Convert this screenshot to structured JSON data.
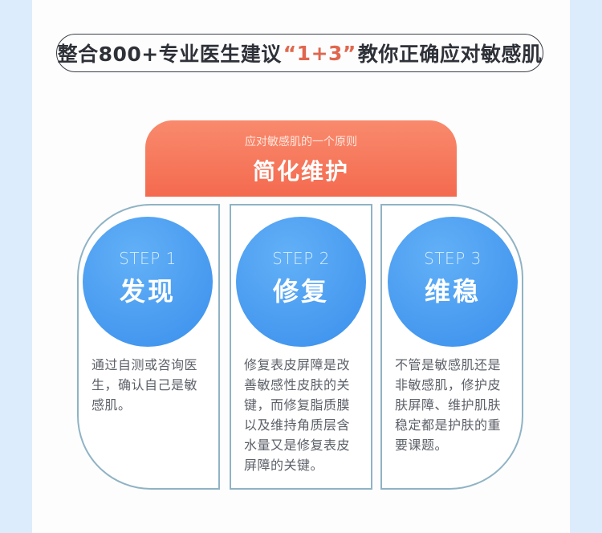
{
  "header": {
    "title_prefix": "整合800+专业医生建议",
    "title_accent": "“1+3”",
    "title_suffix": "教你正确应对敏感肌",
    "accent_color": "#e0674f"
  },
  "principle": {
    "subtitle": "应对敏感肌的一个原则",
    "title": "简化维护",
    "color": "#f4704f"
  },
  "steps": [
    {
      "step_label": "STEP 1",
      "name": "发现",
      "description": "通过自测或咨询医生，确认自己是敏感肌。"
    },
    {
      "step_label": "STEP 2",
      "name": "修复",
      "description": "修复表皮屏障是改善敏感性皮肤的关键，而修复脂质膜以及维持角质层含水量又是修复表皮屏障的关键。"
    },
    {
      "step_label": "STEP 3",
      "name": "维稳",
      "description": "不管是敏感肌还是非敏感肌，修护皮肤屏障、维护肌肤稳定都是护肤的重要课题。"
    }
  ],
  "colors": {
    "circle_blue": "#3f93ee",
    "card_border": "#8fb3c4",
    "page_bg": "#dcecfc"
  }
}
